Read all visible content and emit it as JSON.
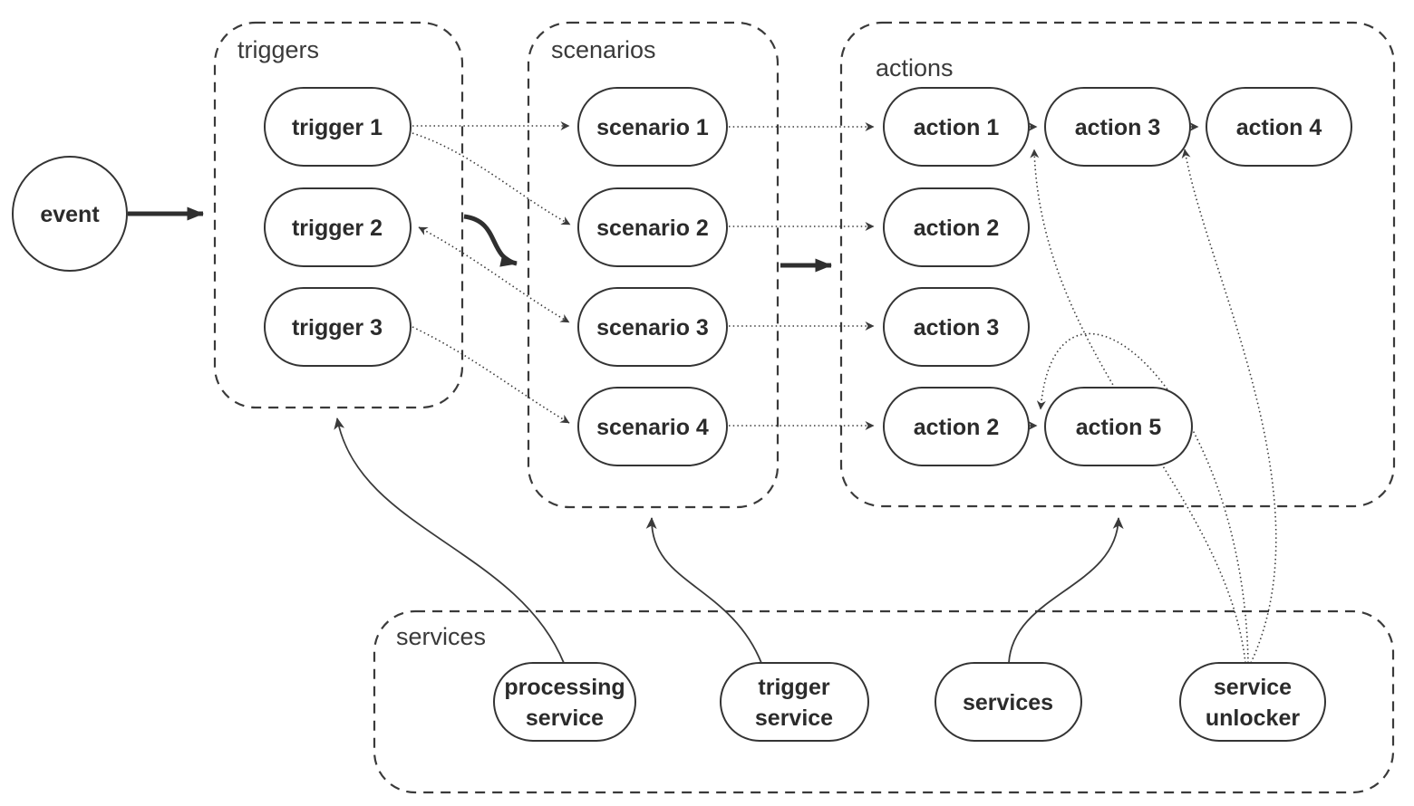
{
  "title": "event processing flow diagram",
  "colors": {
    "background": "#ffffff",
    "line": "#3a3a3a",
    "bold_line": "#2f2f2f",
    "text": "#2b2b2b"
  },
  "containers": {
    "triggers": {
      "label": "triggers"
    },
    "scenarios": {
      "label": "scenarios"
    },
    "actions": {
      "label": "actions"
    },
    "services": {
      "label": "services"
    }
  },
  "nodes": {
    "event": {
      "label": "event"
    },
    "trigger1": {
      "label": "trigger 1"
    },
    "trigger2": {
      "label": "trigger 2"
    },
    "trigger3": {
      "label": "trigger 3"
    },
    "scenario1": {
      "label": "scenario 1"
    },
    "scenario2": {
      "label": "scenario 2"
    },
    "scenario3": {
      "label": "scenario 3"
    },
    "scenario4": {
      "label": "scenario 4"
    },
    "action1_row1": {
      "label": "action 1"
    },
    "action3_row1": {
      "label": "action 3"
    },
    "action4_row1": {
      "label": "action 4"
    },
    "action2_row2": {
      "label": "action 2"
    },
    "action3_row3": {
      "label": "action 3"
    },
    "action2_row4": {
      "label": "action 2"
    },
    "action5_row4": {
      "label": "action 5"
    },
    "processing_service": {
      "label": "processing service",
      "line1": "processing",
      "line2": "service"
    },
    "trigger_service": {
      "label": "trigger service",
      "line1": "trigger",
      "line2": "service"
    },
    "services": {
      "label": "services"
    },
    "service_unlocker": {
      "label": "service unlocker",
      "line1": "service",
      "line2": "unlocker"
    }
  },
  "edges": [
    {
      "from": "event",
      "to": "triggers group",
      "style": "solid-bold"
    },
    {
      "from": "triggers group",
      "to": "scenarios group",
      "style": "solid-bold"
    },
    {
      "from": "scenarios group",
      "to": "actions group",
      "style": "solid-bold"
    },
    {
      "from": "trigger 1",
      "to": "scenario 1",
      "style": "dotted"
    },
    {
      "from": "trigger 1",
      "to": "scenario 2",
      "style": "dotted"
    },
    {
      "from": "trigger 2",
      "to": "scenario 3",
      "style": "dotted-bidirectional"
    },
    {
      "from": "trigger 3",
      "to": "scenario 4",
      "style": "dotted"
    },
    {
      "from": "scenario 1",
      "to": "action 1",
      "style": "dotted"
    },
    {
      "from": "scenario 2",
      "to": "action 2",
      "style": "dotted"
    },
    {
      "from": "scenario 3",
      "to": "action 3",
      "style": "dotted"
    },
    {
      "from": "scenario 4",
      "to": "action 2",
      "style": "dotted"
    },
    {
      "from": "action 1",
      "to": "action 3",
      "style": "dotted"
    },
    {
      "from": "action 3",
      "to": "action 4",
      "style": "dotted"
    },
    {
      "from": "action 2",
      "to": "action 5",
      "style": "dotted"
    },
    {
      "from": "processing service",
      "to": "triggers group",
      "style": "solid-thin"
    },
    {
      "from": "trigger service",
      "to": "scenarios group",
      "style": "solid-thin"
    },
    {
      "from": "services",
      "to": "actions group",
      "style": "solid-thin"
    },
    {
      "from": "service unlocker",
      "to": "action1-action3 link",
      "style": "dotted"
    },
    {
      "from": "service unlocker",
      "to": "action3-action4 link",
      "style": "dotted"
    },
    {
      "from": "service unlocker",
      "to": "action2-action5 link",
      "style": "dotted"
    }
  ]
}
